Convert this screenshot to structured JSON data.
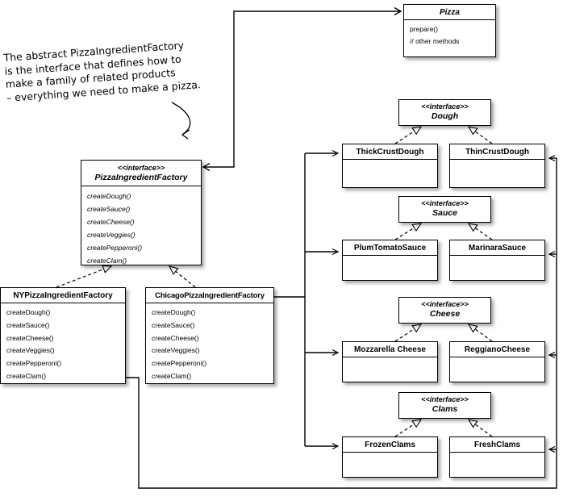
{
  "colors": {
    "background": "#ffffff",
    "line": "#000000",
    "box_fill": "#ffffff"
  },
  "annotation": {
    "lines": [
      "The abstract PizzaIngredientFactory",
      "is the interface that defines how to",
      "make a family of related products",
      "– everything we need to make a pizza."
    ]
  },
  "classes": {
    "pizza": {
      "name": "Pizza",
      "methods": [
        "prepare()",
        "// other methods"
      ]
    },
    "ingredient_factory": {
      "stereotype": "<<interface>>",
      "name": "PizzaIngredientFactory",
      "methods": [
        "createDough()",
        "createSauce()",
        "createCheese()",
        "createVeggies()",
        "createPepperoni()",
        "createClam()"
      ]
    },
    "ny_factory": {
      "name": "NYPizzaIngredientFactory",
      "methods": [
        "createDough()",
        "createSauce()",
        "createCheese()",
        "createVeggies()",
        "createPepperoni()",
        "createClam()"
      ]
    },
    "chicago_factory": {
      "name": "ChicagoPizzaIngredientFactory",
      "methods": [
        "createDough()",
        "createSauce()",
        "createCheese()",
        "createVeggies()",
        "createPepperoni()",
        "createClam()"
      ]
    }
  },
  "ingredient_groups": [
    {
      "stereotype": "<<interface>>",
      "name": "Dough",
      "left_impl": "ThickCrustDough",
      "right_impl": "ThinCrustDough"
    },
    {
      "stereotype": "<<interface>>",
      "name": "Sauce",
      "left_impl": "PlumTomatoSauce",
      "right_impl": "MarinaraSauce"
    },
    {
      "stereotype": "<<interface>>",
      "name": "Cheese",
      "left_impl": "Mozzarella Cheese",
      "right_impl": "ReggianoCheese"
    },
    {
      "stereotype": "<<interface>>",
      "name": "Clams",
      "left_impl": "FrozenClams",
      "right_impl": "FreshClams"
    }
  ]
}
